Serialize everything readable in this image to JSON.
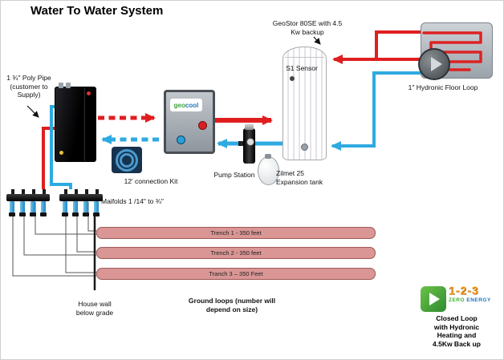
{
  "title": "Water To Water System",
  "colors": {
    "hot_pipe": "#df1f1f",
    "cold_pipe": "#2eaae1",
    "trench_fill": "#d99694",
    "trench_border": "#9e5a58",
    "logo_green": "#3fae2a"
  },
  "labels": {
    "geostor": "GeoStor 80SE with 4.5\nKw backup",
    "s1_sensor": "S1 Sensor",
    "floor_loop": "1\" Hydronic Floor Loop",
    "poly_pipe": "1 ¾\" Poly Pipe\n(customer to\nSupply)",
    "connection_kit": "12' connection Kit",
    "pump_station": "Pump Station",
    "expansion_tank": "Zilmet 25\nExpansion tank",
    "manifolds": "Maifolds 1 /14\" to ¾\"",
    "house_wall": "House wall\nbelow grade",
    "ground_loops": "Ground loops (number will\ndepend on size)"
  },
  "geocool_logo": {
    "geo": "geo",
    "cool": "cool"
  },
  "trenches": [
    "Trench 1 - 350 feet",
    "Trench 2 - 350 feet",
    "Tranch 3 – 350 Feet"
  ],
  "logo": {
    "numbers": "1-2-3",
    "zero": "ZERO",
    "energy": "ENERGY",
    "caption": "Closed Loop\nwith Hydronic\nHeating and\n4.5Kw Back up"
  }
}
